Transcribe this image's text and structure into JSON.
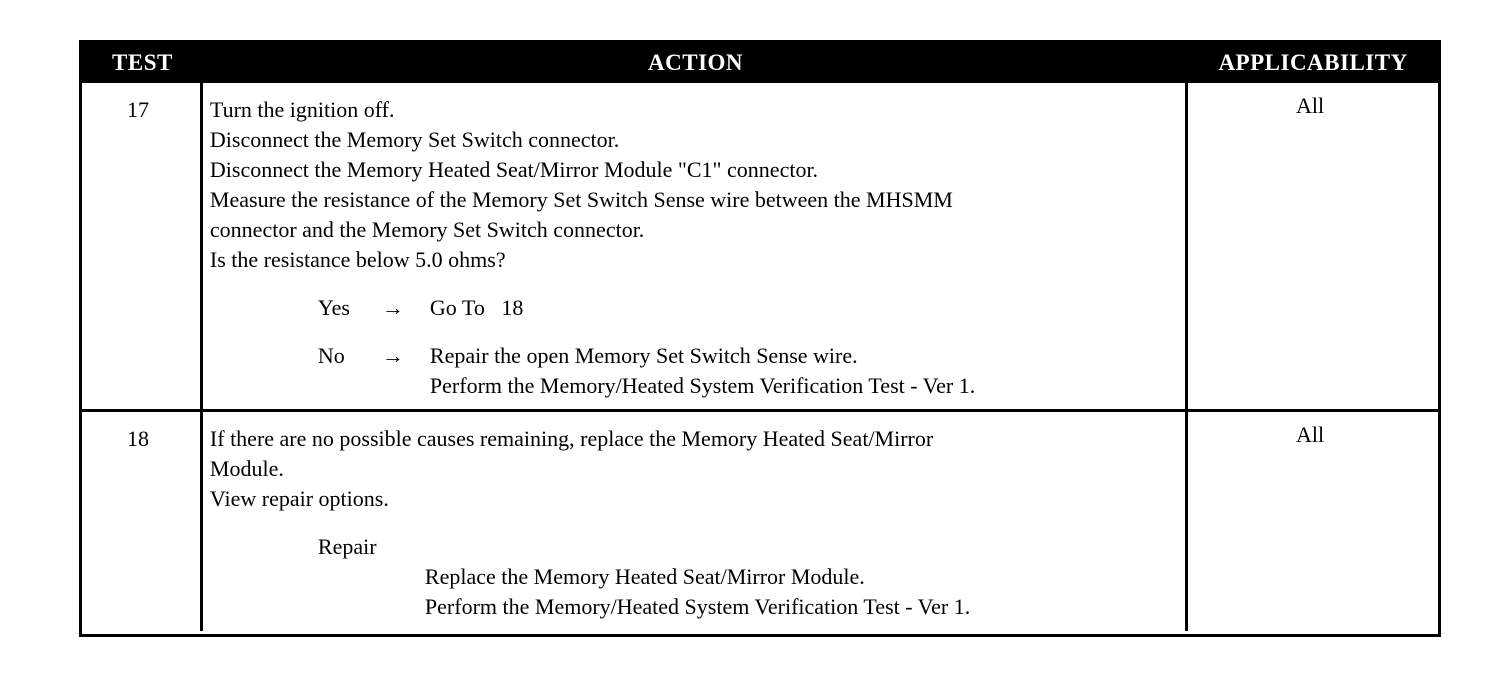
{
  "header": {
    "test": "TEST",
    "action": "ACTION",
    "applicability": "APPLICABILITY"
  },
  "rows": [
    {
      "test": "17",
      "lines": [
        "Turn the ignition off.",
        "Disconnect the Memory Set Switch connector.",
        "Disconnect the Memory Heated Seat/Mirror Module \"C1\" connector.",
        "Measure the resistance of the Memory Set Switch Sense wire between the MHSMM",
        "connector and the Memory Set Switch connector.",
        "Is the resistance below 5.0 ohms?"
      ],
      "yes": {
        "label": "Yes",
        "arrow": "→",
        "text": "Go To   18"
      },
      "no": {
        "label": "No",
        "arrow": "→",
        "lines": [
          "Repair the open Memory Set Switch Sense wire.",
          "Perform the Memory/Heated System Verification Test - Ver 1."
        ]
      },
      "applicability": "All"
    },
    {
      "test": "18",
      "lines": [
        "If there are no possible causes remaining, replace the Memory Heated Seat/Mirror",
        "Module.",
        "View repair options."
      ],
      "repair": {
        "label": "Repair",
        "lines": [
          "Replace the Memory Heated Seat/Mirror Module.",
          "Perform the Memory/Heated System Verification Test - Ver 1."
        ]
      },
      "applicability": "All"
    }
  ]
}
